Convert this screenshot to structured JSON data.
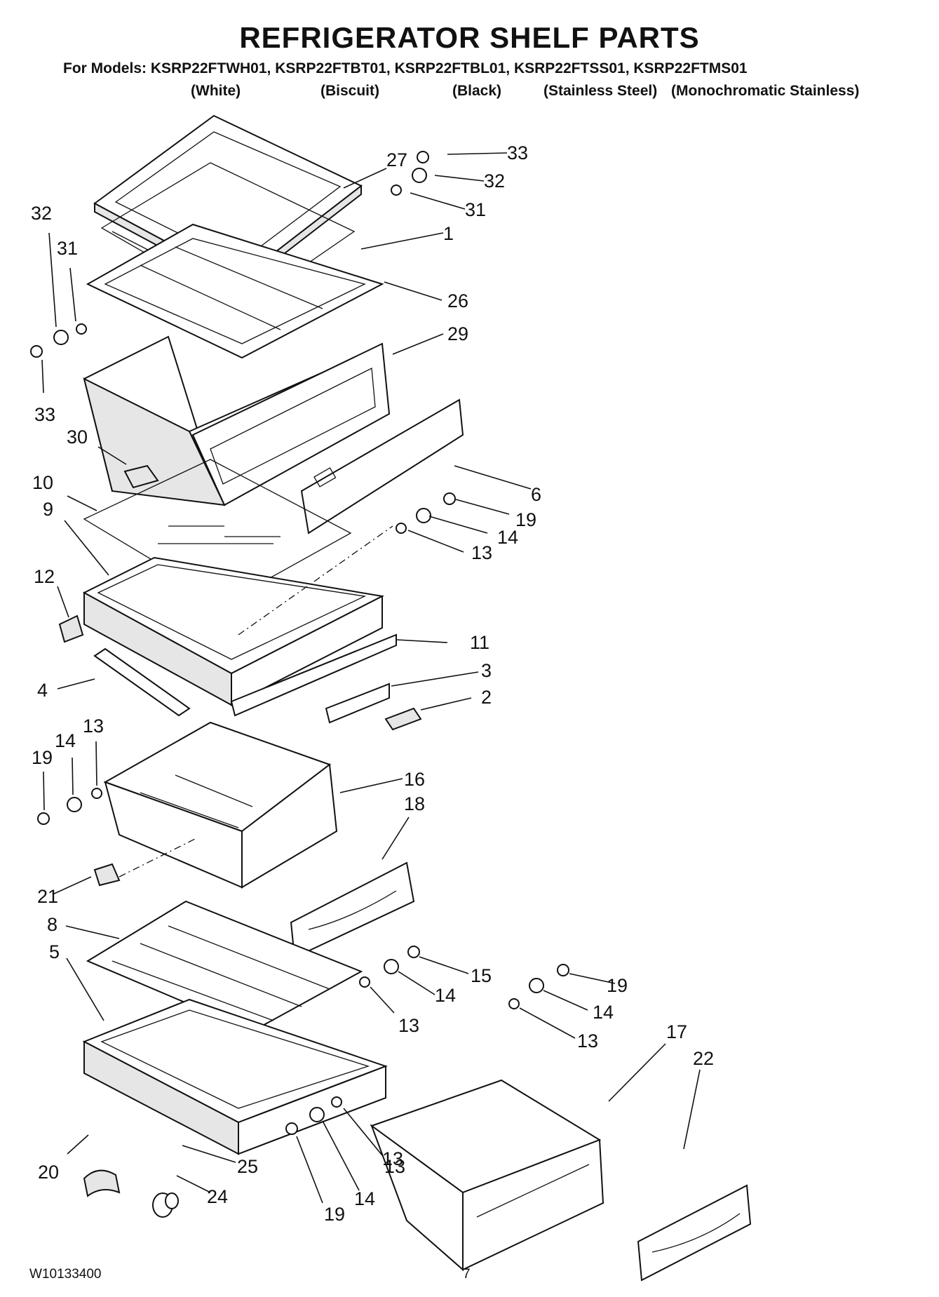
{
  "title": "REFRIGERATOR SHELF PARTS",
  "models_line": "For Models: KSRP22FTWH01, KSRP22FTBT01, KSRP22FTBL01, KSRP22FTSS01, KSRP22FTMS01",
  "variants": [
    "(White)",
    "(Biscuit)",
    "(Black)",
    "(Stainless Steel)",
    "(Monochromatic Stainless)"
  ],
  "callouts": [
    "33",
    "32",
    "27",
    "31",
    "1",
    "32",
    "31",
    "26",
    "29",
    "33",
    "30",
    "6",
    "10",
    "9",
    "19",
    "14",
    "13",
    "12",
    "11",
    "3",
    "4",
    "2",
    "13",
    "14",
    "19",
    "16",
    "18",
    "21",
    "8",
    "15",
    "5",
    "19",
    "14",
    "14",
    "13",
    "13",
    "13",
    "17",
    "22",
    "20",
    "25",
    "24",
    "19",
    "14",
    "13"
  ],
  "footer": {
    "doc_number": "W10133400",
    "page_number": "7"
  }
}
